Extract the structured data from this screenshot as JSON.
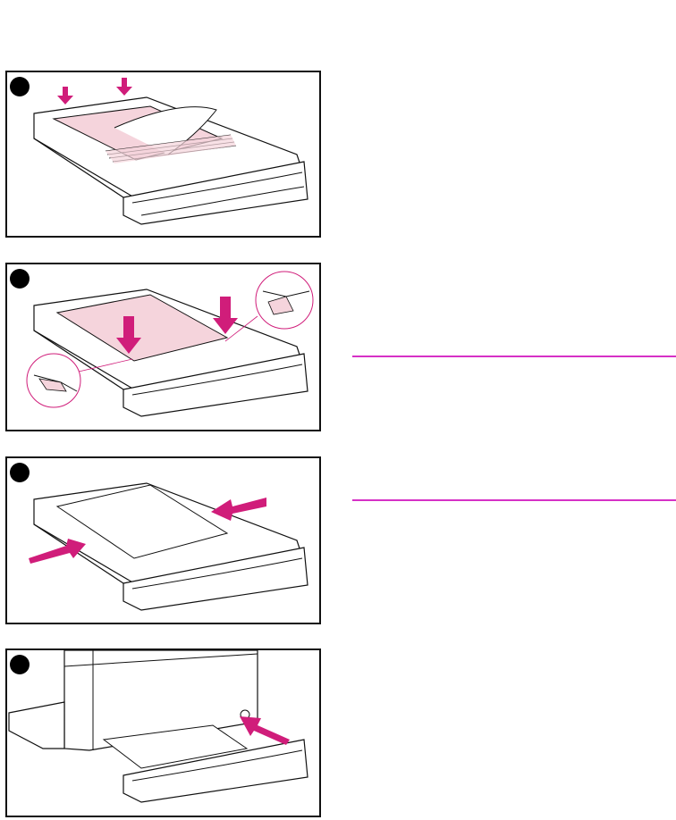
{
  "colors": {
    "accent": "#d01d7a",
    "paper_pink": "#f5d4dc",
    "rule": "#d631c6",
    "line": "#111111"
  },
  "panels": [
    {
      "step_badge": "filled-circle",
      "arrows": "two-down-arrows",
      "paper": "pink-stack-fanned"
    },
    {
      "step_badge": "filled-circle",
      "arrows": "two-down-arrows",
      "callouts": 2,
      "paper": "pink-sheet"
    },
    {
      "step_badge": "filled-circle",
      "arrows": "two-horizontal-arrows-inward",
      "paper": "white-sheet"
    },
    {
      "step_badge": "filled-circle",
      "arrows": "one-arrow-toward-printer",
      "paper": "tray-inserted"
    }
  ],
  "rules": 2
}
